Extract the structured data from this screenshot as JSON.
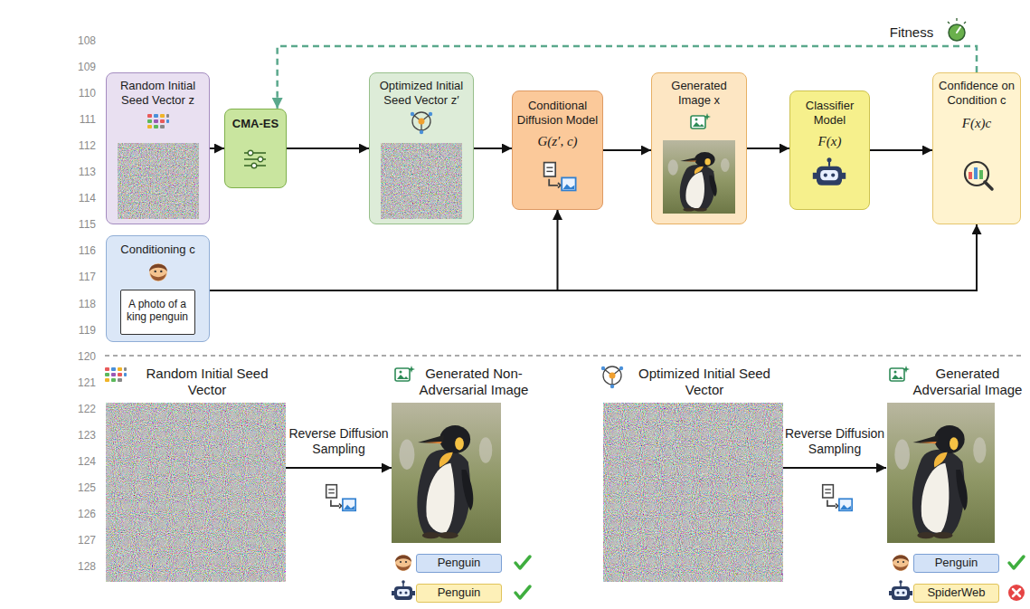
{
  "diagram": {
    "nodes": [
      {
        "text": [
          "Random Initial Seed Vector z"
        ]
      },
      {
        "text": [
          "CMA-ES"
        ]
      },
      {
        "text": [
          "Optimized Initial Seed Vector z′"
        ]
      },
      {
        "text": [
          "Conditional Diffusion Model",
          "G(z′, c)"
        ]
      },
      {
        "text": [
          "Generated Image x"
        ]
      },
      {
        "text": [
          "Classifier Model",
          "F(x)"
        ]
      },
      {
        "text": [
          "Confidence on Condition c",
          "F(x)c"
        ]
      },
      {
        "text": [
          "Conditioning c"
        ]
      },
      {
        "text": [
          "A photo of a king penguin"
        ],
        "in": 7
      },
      {
        "text": [
          "Random Initial Seed Vector"
        ]
      },
      {
        "text": [
          "Generated Non-Adversarial Image"
        ]
      },
      {
        "text": [
          "Optimized Initial Seed Vector"
        ]
      },
      {
        "text": [
          "Generated Adversarial Image"
        ]
      },
      {
        "text": [
          "Penguin"
        ]
      },
      {
        "text": [
          "Penguin"
        ]
      },
      {
        "text": [
          "Penguin"
        ]
      },
      {
        "text": [
          "SpiderWeb"
        ]
      }
    ],
    "edges": [
      {
        "from": 0,
        "to": 1,
        "arrow": "to"
      },
      {
        "from": 1,
        "to": 2,
        "arrow": "to"
      },
      {
        "from": 2,
        "to": 3,
        "arrow": "to"
      },
      {
        "from": 3,
        "to": 4,
        "arrow": "to"
      },
      {
        "from": 4,
        "to": 5,
        "arrow": "to"
      },
      {
        "from": 5,
        "to": 6,
        "arrow": "to"
      },
      {
        "from": 6,
        "to": 1,
        "label": "Fitness",
        "arrow": "to"
      },
      {
        "from": 7,
        "to": 3,
        "arrow": "to"
      },
      {
        "from": 7,
        "to": 6,
        "arrow": "to"
      },
      {
        "from": 9,
        "to": 10,
        "label": "Reverse Diffusion Sampling",
        "arrow": "to"
      },
      {
        "from": 11,
        "to": 12,
        "label": "Reverse Diffusion Sampling",
        "arrow": "to"
      }
    ],
    "labels": [
      "108",
      "109",
      "110",
      "111",
      "112",
      "113",
      "114",
      "115",
      "116",
      "117",
      "118",
      "119",
      "120",
      "121",
      "122",
      "123",
      "124",
      "125",
      "126",
      "127",
      "128"
    ]
  }
}
